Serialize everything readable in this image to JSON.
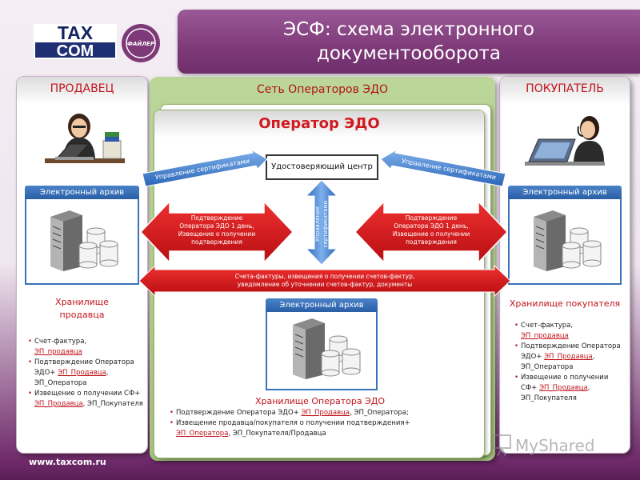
{
  "header": {
    "logo_text_top": "TAX",
    "logo_text_bottom": "COM",
    "badge_text": "ФАЙЛЕР",
    "title_line1": "ЭСФ: схема электронного",
    "title_line2": "документооборота"
  },
  "seller": {
    "title": "ПРОДАВЕЦ",
    "archive_label": "Электронный архив",
    "storage_line1": "Хранилище",
    "storage_line2": "продавца",
    "items": [
      {
        "text": "Счет-фактура,",
        "sig": "ЭП_продавца",
        "rest": ""
      },
      {
        "text": "Подтверждение Оператора ЭДО+ ",
        "sig": "ЭП_Продавца",
        "rest": ", ЭП_Оператора"
      },
      {
        "text": "Извещение о получении СФ+ ",
        "sig": "ЭП_Продавца",
        "rest": ", ЭП_Покупателя"
      }
    ]
  },
  "buyer": {
    "title": "ПОКУПАТЕЛЬ",
    "archive_label": "Электронный архив",
    "storage_title": "Хранилище покупателя",
    "items": [
      {
        "text": "Счет-фактура,",
        "sig": "ЭП_продавца",
        "rest": ""
      },
      {
        "text": "Подтверждение Оператора ЭДО+ ",
        "sig": "ЭП_Продавца",
        "rest": ", ЭП_Оператора"
      },
      {
        "text": "Извещение о получении СФ+ ",
        "sig": "ЭП_Продавца",
        "rest": ", ЭП_Покупателя"
      }
    ]
  },
  "network": {
    "title": "Сеть Операторов ЭДО",
    "operator_title": "Оператор ЭДО",
    "uc_label": "Удостоверяющий центр",
    "cert_mgmt_left": "Управление сертификатами",
    "cert_mgmt_right": "Управление сертификатами",
    "cert_mgmt_vertical_l1": "Управление",
    "cert_mgmt_vertical_l2": "сертификатами",
    "confirm_l1": "Подтверждение",
    "confirm_l2": "Оператора ЭДО 1 день,",
    "confirm_l3": "Извещение о получении",
    "confirm_l4": "подтверждения",
    "invoice_l1": "Счета-фактуры, извещения о получении счетов-фактур,",
    "invoice_l2": "уведомление об уточнении счетов-фактур, документы",
    "archive_label": "Электронный архив",
    "storage_title": "Хранилище Оператора ЭДО",
    "items": [
      {
        "text": "Подтверждение Оператора ЭДО+ ",
        "sig": "ЭП_Продавца",
        "rest": ", ЭП_Оператора;"
      },
      {
        "text": "Извещение продавца/покупателя о получении подтверждения+ ",
        "sig": "ЭП_Оператора",
        "rest": ", ЭП_Покупателя/Продавца"
      }
    ]
  },
  "footer": {
    "url": "www.taxcom.ru",
    "watermark": "MyShared"
  },
  "colors": {
    "brand_purple": "#7e3979",
    "accent_red": "#c0141c",
    "arrow_blue": "#2f6fc0",
    "network_green": "#a2c27a"
  },
  "icons": [
    "woman-at-laptop-icon",
    "woman-with-headset-icon",
    "server-database-icon",
    "presentation-icon"
  ]
}
